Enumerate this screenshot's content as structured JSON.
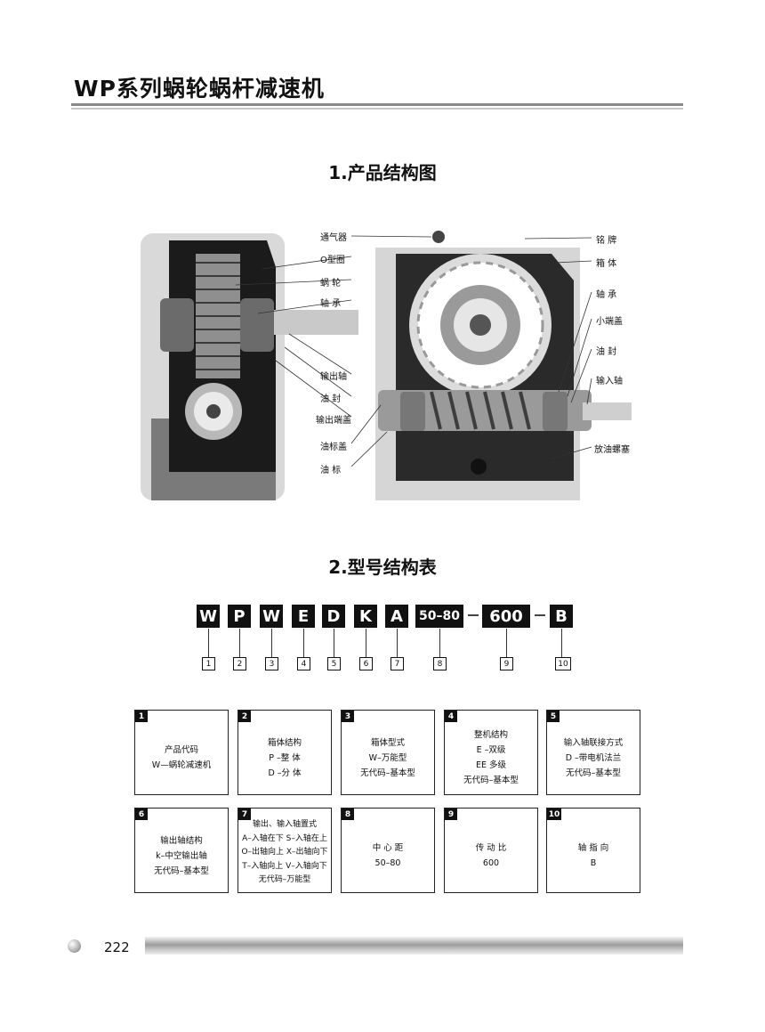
{
  "header": {
    "title": "WP系列蜗轮蜗杆减速机"
  },
  "section1": {
    "title": "1.产品结构图",
    "left_labels": [
      "通气器",
      "O型圈",
      "蜗 轮",
      "轴 承",
      "输出轴",
      "油 封",
      "输出端盖",
      "油标盖",
      "油 标"
    ],
    "right_labels": [
      "铭 牌",
      "箱 体",
      "轴 承",
      "小端盖",
      "油 封",
      "输入轴",
      "放油螺塞"
    ]
  },
  "section2": {
    "title": "2.型号结构表",
    "codes": [
      "W",
      "P",
      "W",
      "E",
      "D",
      "K",
      "A",
      "50–80",
      "600",
      "B"
    ],
    "positions": [
      "1",
      "2",
      "3",
      "4",
      "5",
      "6",
      "7",
      "8",
      "9",
      "10"
    ],
    "definitions": [
      {
        "num": "1",
        "lines": [
          "产品代码",
          "W—蜗轮减速机"
        ]
      },
      {
        "num": "2",
        "lines": [
          "箱体结构",
          "P –整 体",
          "D –分 体"
        ]
      },
      {
        "num": "3",
        "lines": [
          "箱体型式",
          "W–万能型",
          "无代码–基本型"
        ]
      },
      {
        "num": "4",
        "lines": [
          "整机结构",
          "E –双级",
          "EE 多级",
          "无代码–基本型"
        ]
      },
      {
        "num": "5",
        "lines": [
          "输入轴联接方式",
          "D –带电机法兰",
          "无代码–基本型"
        ]
      },
      {
        "num": "6",
        "lines": [
          "输出轴结构",
          "k–中空输出轴",
          "无代码–基本型"
        ]
      },
      {
        "num": "7",
        "lines": [
          "输出、输入轴置式",
          "A–入轴在下 S–入轴在上",
          "O–出轴向上 X–出轴向下",
          "T–入轴向上 V–入轴向下",
          "无代码–万能型"
        ]
      },
      {
        "num": "8",
        "lines": [
          "中 心 距",
          "50–80"
        ]
      },
      {
        "num": "9",
        "lines": [
          "传 动 比",
          "600"
        ]
      },
      {
        "num": "10",
        "lines": [
          "轴 指 向",
          "B"
        ]
      }
    ]
  },
  "footer": {
    "page_number": "222"
  }
}
